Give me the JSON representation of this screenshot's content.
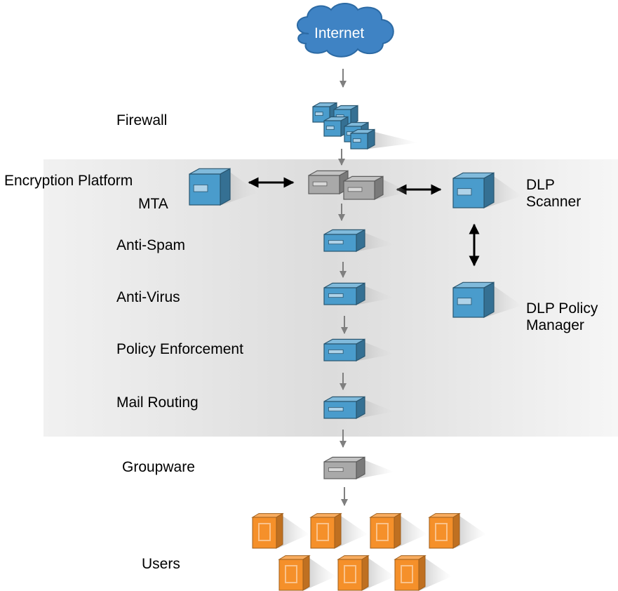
{
  "internet": {
    "label": "Internet"
  },
  "labels": {
    "firewall": "Firewall",
    "encryption_line1": "Encryption Platform",
    "encryption_line2": "MTA",
    "dlp_scanner_line1": "DLP",
    "dlp_scanner_line2": "Scanner",
    "anti_spam": "Anti-Spam",
    "anti_virus": "Anti-Virus",
    "dlp_policy_line1": "DLP Policy",
    "dlp_policy_line2": "Manager",
    "policy_enforcement": "Policy Enforcement",
    "mail_routing": "Mail Routing",
    "groupware": "Groupware",
    "users": "Users"
  },
  "colors": {
    "cloud": "#3f83c4",
    "blue_device": "#4a9ccc",
    "gray_device": "#a9a9a9",
    "orange_device": "#f5902a",
    "gray_arrow": "#7f7f7f",
    "black_arrow": "#000000"
  }
}
